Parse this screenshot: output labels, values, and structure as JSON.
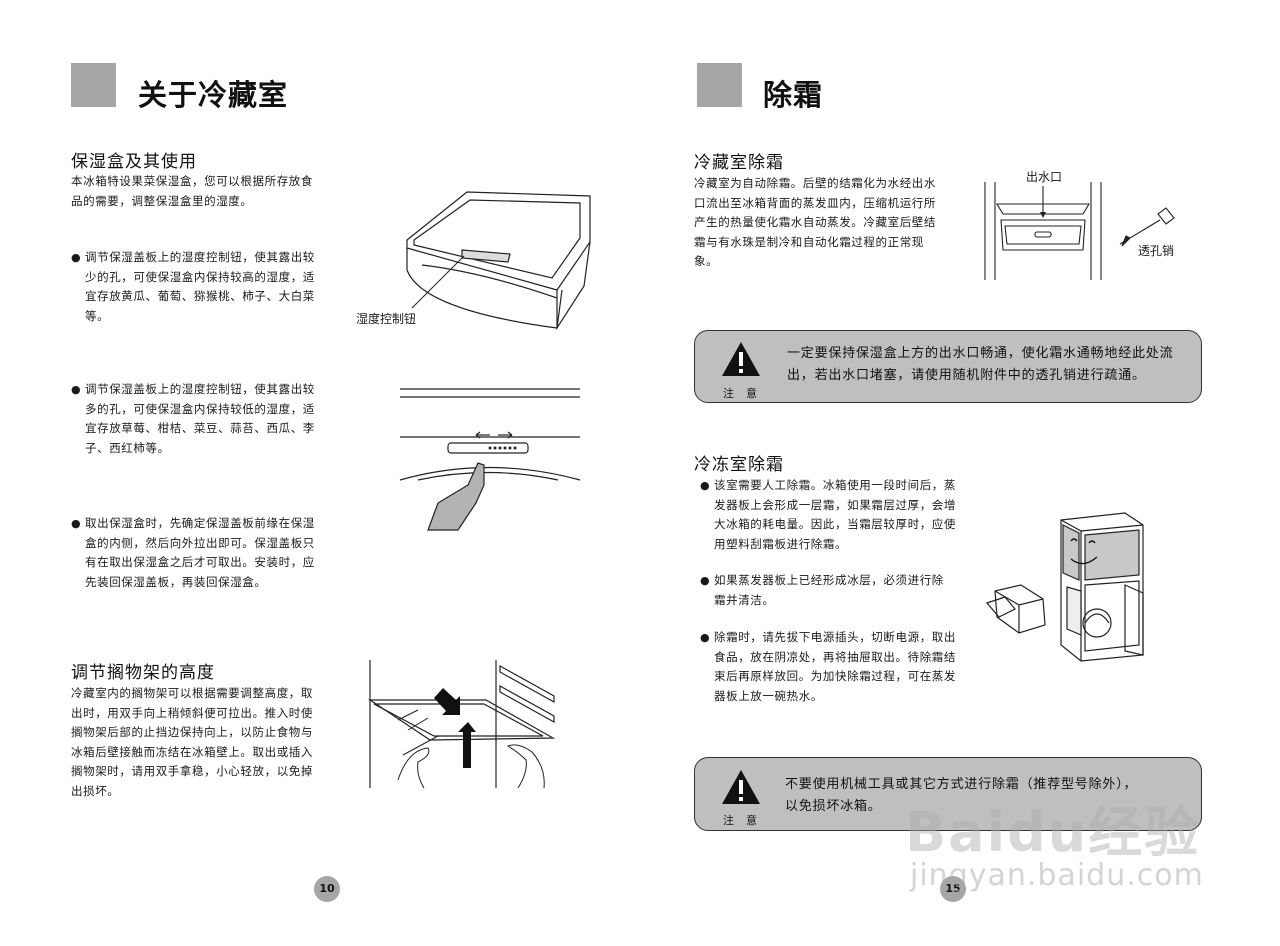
{
  "left": {
    "title": "关于冷藏室",
    "section1": {
      "heading": "保湿盒及其使用",
      "intro_lines": [
        "本冰箱特设果菜保湿盒，您可以根据所存放食",
        "品的需要，调整保湿盒里的湿度。"
      ],
      "bullet1_lines": [
        "调节保湿盖板上的湿度控制钮，使其露出较",
        "少的孔，可使保湿盒内保持较高的湿度，适",
        "宜存放黄瓜、葡萄、猕猴桃、柿子、大白菜",
        "等。"
      ],
      "fig1_label": "湿度控制钮",
      "bullet2_lines": [
        "调节保湿盖板上的湿度控制钮，使其露出较",
        "多的孔，可使保湿盒内保持较低的湿度，适",
        "宜存放草莓、柑桔、菜豆、蒜苔、西瓜、李",
        "子、西红柿等。"
      ],
      "bullet3_lines": [
        "取出保湿盒时，先确定保湿盖板前缘在保湿",
        "盒的内侧，然后向外拉出即可。保湿盖板只",
        "有在取出保湿盒之后才可取出。安装时，应",
        "先装回保湿盖板，再装回保湿盒。"
      ]
    },
    "section2": {
      "heading": "调节搁物架的高度",
      "body_lines": [
        "冷藏室内的搁物架可以根据需要调整高度，取",
        "出时，用双手向上稍倾斜便可拉出。推入时使",
        "搁物架后部的止挡边保持向上，以防止食物与",
        "冰箱后壁接触而冻结在冰箱壁上。取出或插入",
        "搁物架时，请用双手拿稳，小心轻放，以免掉",
        "出损坏。"
      ]
    },
    "page_number": "10"
  },
  "right": {
    "title": "除霜",
    "section1": {
      "heading": "冷藏室除霜",
      "body_lines": [
        "冷藏室为自动除霜。后壁的结霜化为水经出水",
        "口流出至冰箱背面的蒸发皿内，压缩机运行所",
        "产生的热量使化霜水自动蒸发。冷藏室后壁结",
        "霜与有水珠是制冷和自动化霜过程的正常现",
        "象。"
      ],
      "fig_label_outlet": "出水口",
      "fig_label_pin": "透孔销"
    },
    "warning1": {
      "note": "注意",
      "lines": [
        "一定要保持保湿盒上方的出水口畅通，使化霜水通畅地经此处流",
        "出，若出水口堵塞，请使用随机附件中的透孔销进行疏通。"
      ]
    },
    "section2": {
      "heading": "冷冻室除霜",
      "bullet1_lines": [
        "该室需要人工除霜。冰箱使用一段时间后，蒸",
        "发器板上会形成一层霜，如果霜层过厚，会增",
        "大冰箱的耗电量。因此，当霜层较厚时，应使",
        "用塑料刮霜板进行除霜。"
      ],
      "bullet2_lines": [
        "如果蒸发器板上已经形成冰层，必须进行除",
        "霜并清洁。"
      ],
      "bullet3_lines": [
        "除霜时，请先拔下电源插头，切断电源，取出",
        "食品，放在阴凉处，再将抽屉取出。待除霜结",
        "束后再原样放回。为加快除霜过程，可在蒸发",
        "器板上放一碗热水。"
      ]
    },
    "warning2": {
      "note": "注意",
      "lines": [
        "不要使用机械工具或其它方式进行除霜（推荐型号除外），",
        "以免损坏冰箱。"
      ]
    },
    "page_number": "15"
  },
  "watermark": {
    "brand": "Baidu经验",
    "url": "jingyan.baidu.com"
  }
}
